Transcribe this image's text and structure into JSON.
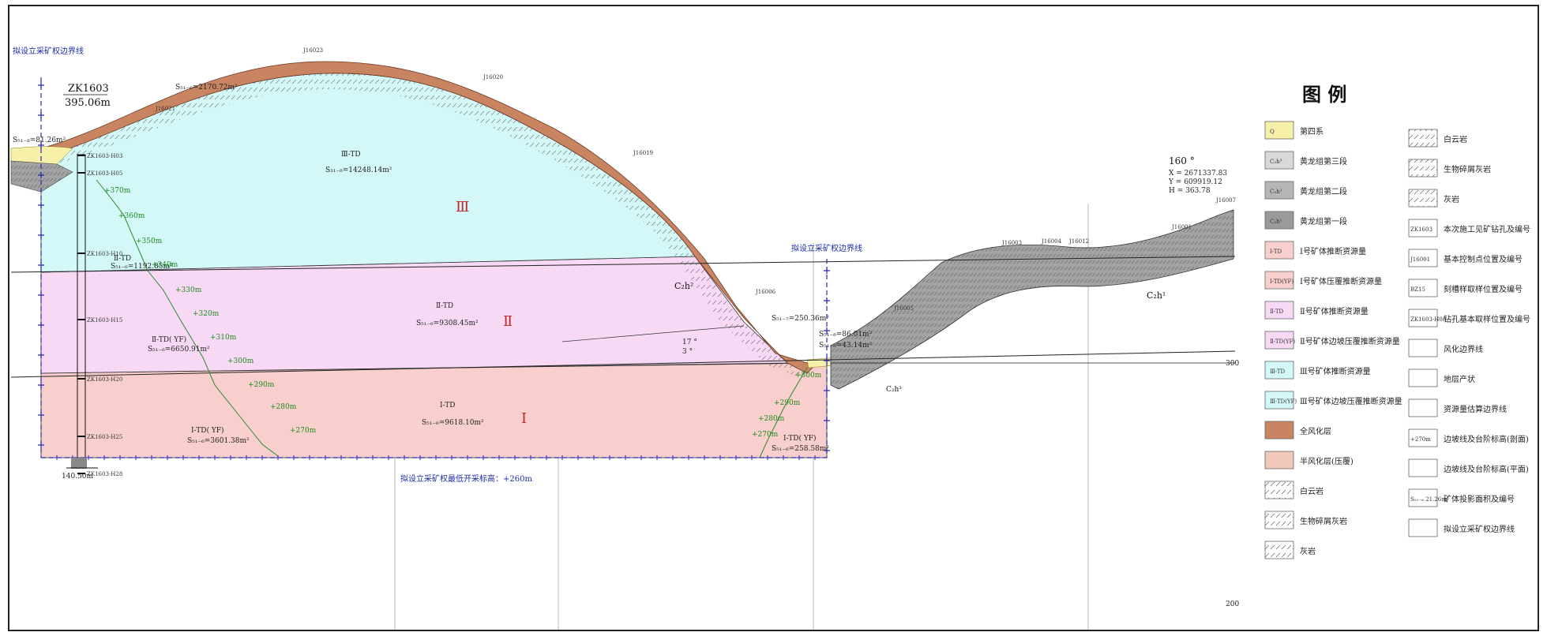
{
  "boundary_label_left": "拟设立采矿权边界线",
  "boundary_label_right": "拟设立采矿权边界线",
  "borehole": {
    "id": "ZK1603",
    "depth": "395.06m"
  },
  "bottom_width": "140.50m",
  "min_elevation_text": "拟设立采矿权最低开采标高：+260m",
  "orientation": {
    "azimuth": "160 °",
    "x": "X = 2671337.83",
    "y": "Y = 609919.12",
    "h": "H = 363.78"
  },
  "elev_300": "300",
  "elev_200": "200",
  "dip_angle": "17 °",
  "dip_small": "3 °",
  "formations": {
    "c2h2": "C₂h²",
    "c2h1": "C₂h¹",
    "c2h3": "C₂h³"
  },
  "area_labels": {
    "s_top": "S₅₁₋₆=2170.72m²",
    "s_left": "S₅₁₋₈=81.26m²",
    "s3": "S₃₁₋₈=14248.14m²",
    "s2_left": "S₅₁₋₆=1192.85m²",
    "s2": "S₅₁₋₆=9308.45m²",
    "s2yf": "S₅₁₋₆=6650.91m²",
    "s1": "S₅₁₋₆=9618.10m²",
    "s1yf": "S₅₁₋₆=3601.38m²",
    "s_r1": "S₅₁₋₇=250.36m²",
    "s_r2": "S₅₁₋₈=86.01m²",
    "s_r3": "S₅₁₋₈=43.14m²",
    "s_r4": "S₅₁₋₆=258.58m²"
  },
  "block_labels": {
    "b3": "Ⅲ-TD",
    "b2": "Ⅱ-TD",
    "b1": "Ⅰ-TD",
    "b2_left": "Ⅱ-TD",
    "b2yf": "Ⅱ-TD( YF)",
    "b1yf": "Ⅰ-TD( YF)",
    "b1yf_r": "Ⅰ-TD( YF)",
    "r3": "Ⅲ",
    "r2": "Ⅱ",
    "r1": "Ⅰ"
  },
  "stages": [
    "+370m",
    "+360m",
    "+350m",
    "+340m",
    "+330m",
    "+320m",
    "+310m",
    "+300m",
    "+290m",
    "+280m",
    "+270m"
  ],
  "stages_right": [
    "+300m",
    "+290m",
    "+280m",
    "+270m"
  ],
  "sample_labels": [
    "ZK1603-H03",
    "ZK1603-H05",
    "ZK1603-H10",
    "ZK1603-H15",
    "ZK1603-H20",
    "ZK1603-H25",
    "ZK1603-H28"
  ],
  "station_labels": [
    "J16023",
    "J16020",
    "J16021",
    "J16019",
    "J16006",
    "J16005",
    "J16003",
    "J16004",
    "J16012",
    "J16001",
    "J16007"
  ],
  "legend": {
    "title": "图  例",
    "left": [
      {
        "label": "第四系",
        "code": "Q"
      },
      {
        "label": "黄龙组第三段",
        "code": "C₂h³"
      },
      {
        "label": "黄龙组第二段",
        "code": "C₂h²"
      },
      {
        "label": "黄龙组第一段",
        "code": "C₂h¹"
      },
      {
        "label": "Ⅰ号矿体推断资源量",
        "code": "Ⅰ-TD"
      },
      {
        "label": "Ⅰ号矿体压覆推断资源量",
        "code": "Ⅰ-TD(YF)"
      },
      {
        "label": "Ⅱ号矿体推断资源量",
        "code": "Ⅱ-TD"
      },
      {
        "label": "Ⅱ号矿体边坡压覆推断资源量",
        "code": "Ⅱ-TD(YF)"
      },
      {
        "label": "Ⅲ号矿体推断资源量",
        "code": "Ⅲ-TD"
      },
      {
        "label": "Ⅲ号矿体边坡压覆推断资源量",
        "code": "Ⅲ-TD(YF)"
      },
      {
        "label": "全风化层",
        "code": ""
      },
      {
        "label": "半风化层(压覆)",
        "code": ""
      },
      {
        "label": "白云岩",
        "code": ""
      },
      {
        "label": "生物碎屑灰岩",
        "code": ""
      },
      {
        "label": "灰岩",
        "code": ""
      }
    ],
    "right": [
      {
        "label": "白云岩",
        "code": ""
      },
      {
        "label": "生物碎屑灰岩",
        "code": ""
      },
      {
        "label": "灰岩",
        "code": ""
      },
      {
        "label": "本次施工见矿钻孔及编号",
        "code": "ZK1603"
      },
      {
        "label": "基本控制点位置及编号",
        "code": "J16001"
      },
      {
        "label": "刻槽样取样位置及编号",
        "code": "BZ15"
      },
      {
        "label": "钻孔基本取样位置及编号",
        "code": "ZK1603-H08"
      },
      {
        "label": "风化边界线",
        "code": ""
      },
      {
        "label": "地层产状",
        "code": ""
      },
      {
        "label": "资源量估算边界线",
        "code": ""
      },
      {
        "label": "边坡线及台阶标高(剖面)",
        "code": "+270m"
      },
      {
        "label": "边坡线及台阶标高(平面)",
        "code": ""
      },
      {
        "label": "矿体投影面积及编号",
        "code": "S₅₁₋₆ 21.26m²"
      },
      {
        "label": "拟设立采矿权边界线",
        "code": ""
      }
    ]
  },
  "colors": {
    "block3": "#d4f8f8",
    "block2": "#f7d9f5",
    "block1": "#f8cfcc",
    "weathered": "#c98462",
    "quaternary": "#f7f0a8",
    "grey_layer": "#9a9a9a",
    "boundary": "#2a2ab0",
    "green": "#1a8a1a",
    "red": "#c0282a"
  }
}
